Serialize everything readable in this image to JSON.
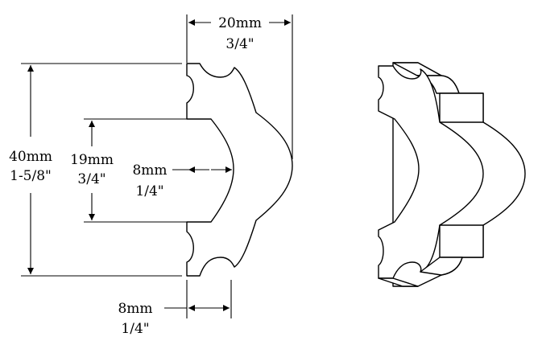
{
  "dimensions": {
    "width": {
      "metric": "20mm",
      "imperial": "3/4\""
    },
    "height": {
      "metric": "40mm",
      "imperial": "1-5/8\""
    },
    "cove_height": {
      "metric": "19mm",
      "imperial": "3/4\""
    },
    "cove_depth": {
      "metric": "8mm",
      "imperial": "1/4\""
    },
    "base_depth": {
      "metric": "8mm",
      "imperial": "1/4\""
    }
  },
  "colors": {
    "line": "#000000",
    "background": "#ffffff"
  }
}
